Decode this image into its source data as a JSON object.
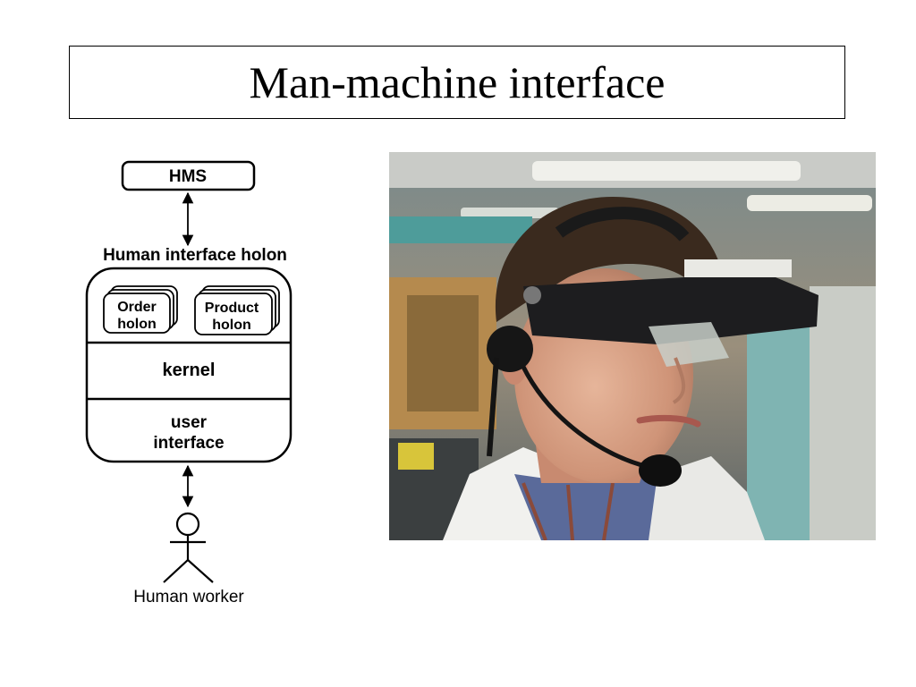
{
  "slide": {
    "title": "Man-machine interface"
  },
  "diagram": {
    "hms_label": "HMS",
    "holon_heading": "Human interface holon",
    "order_holon": {
      "line1": "Order",
      "line2": "holon"
    },
    "product_holon": {
      "line1": "Product",
      "line2": "holon"
    },
    "kernel_label": "kernel",
    "user_interface": {
      "line1": "user",
      "line2": "interface"
    },
    "worker_label": "Human worker"
  },
  "photo": {
    "subject": "man-wearing-head-mounted-display-with-microphone"
  }
}
